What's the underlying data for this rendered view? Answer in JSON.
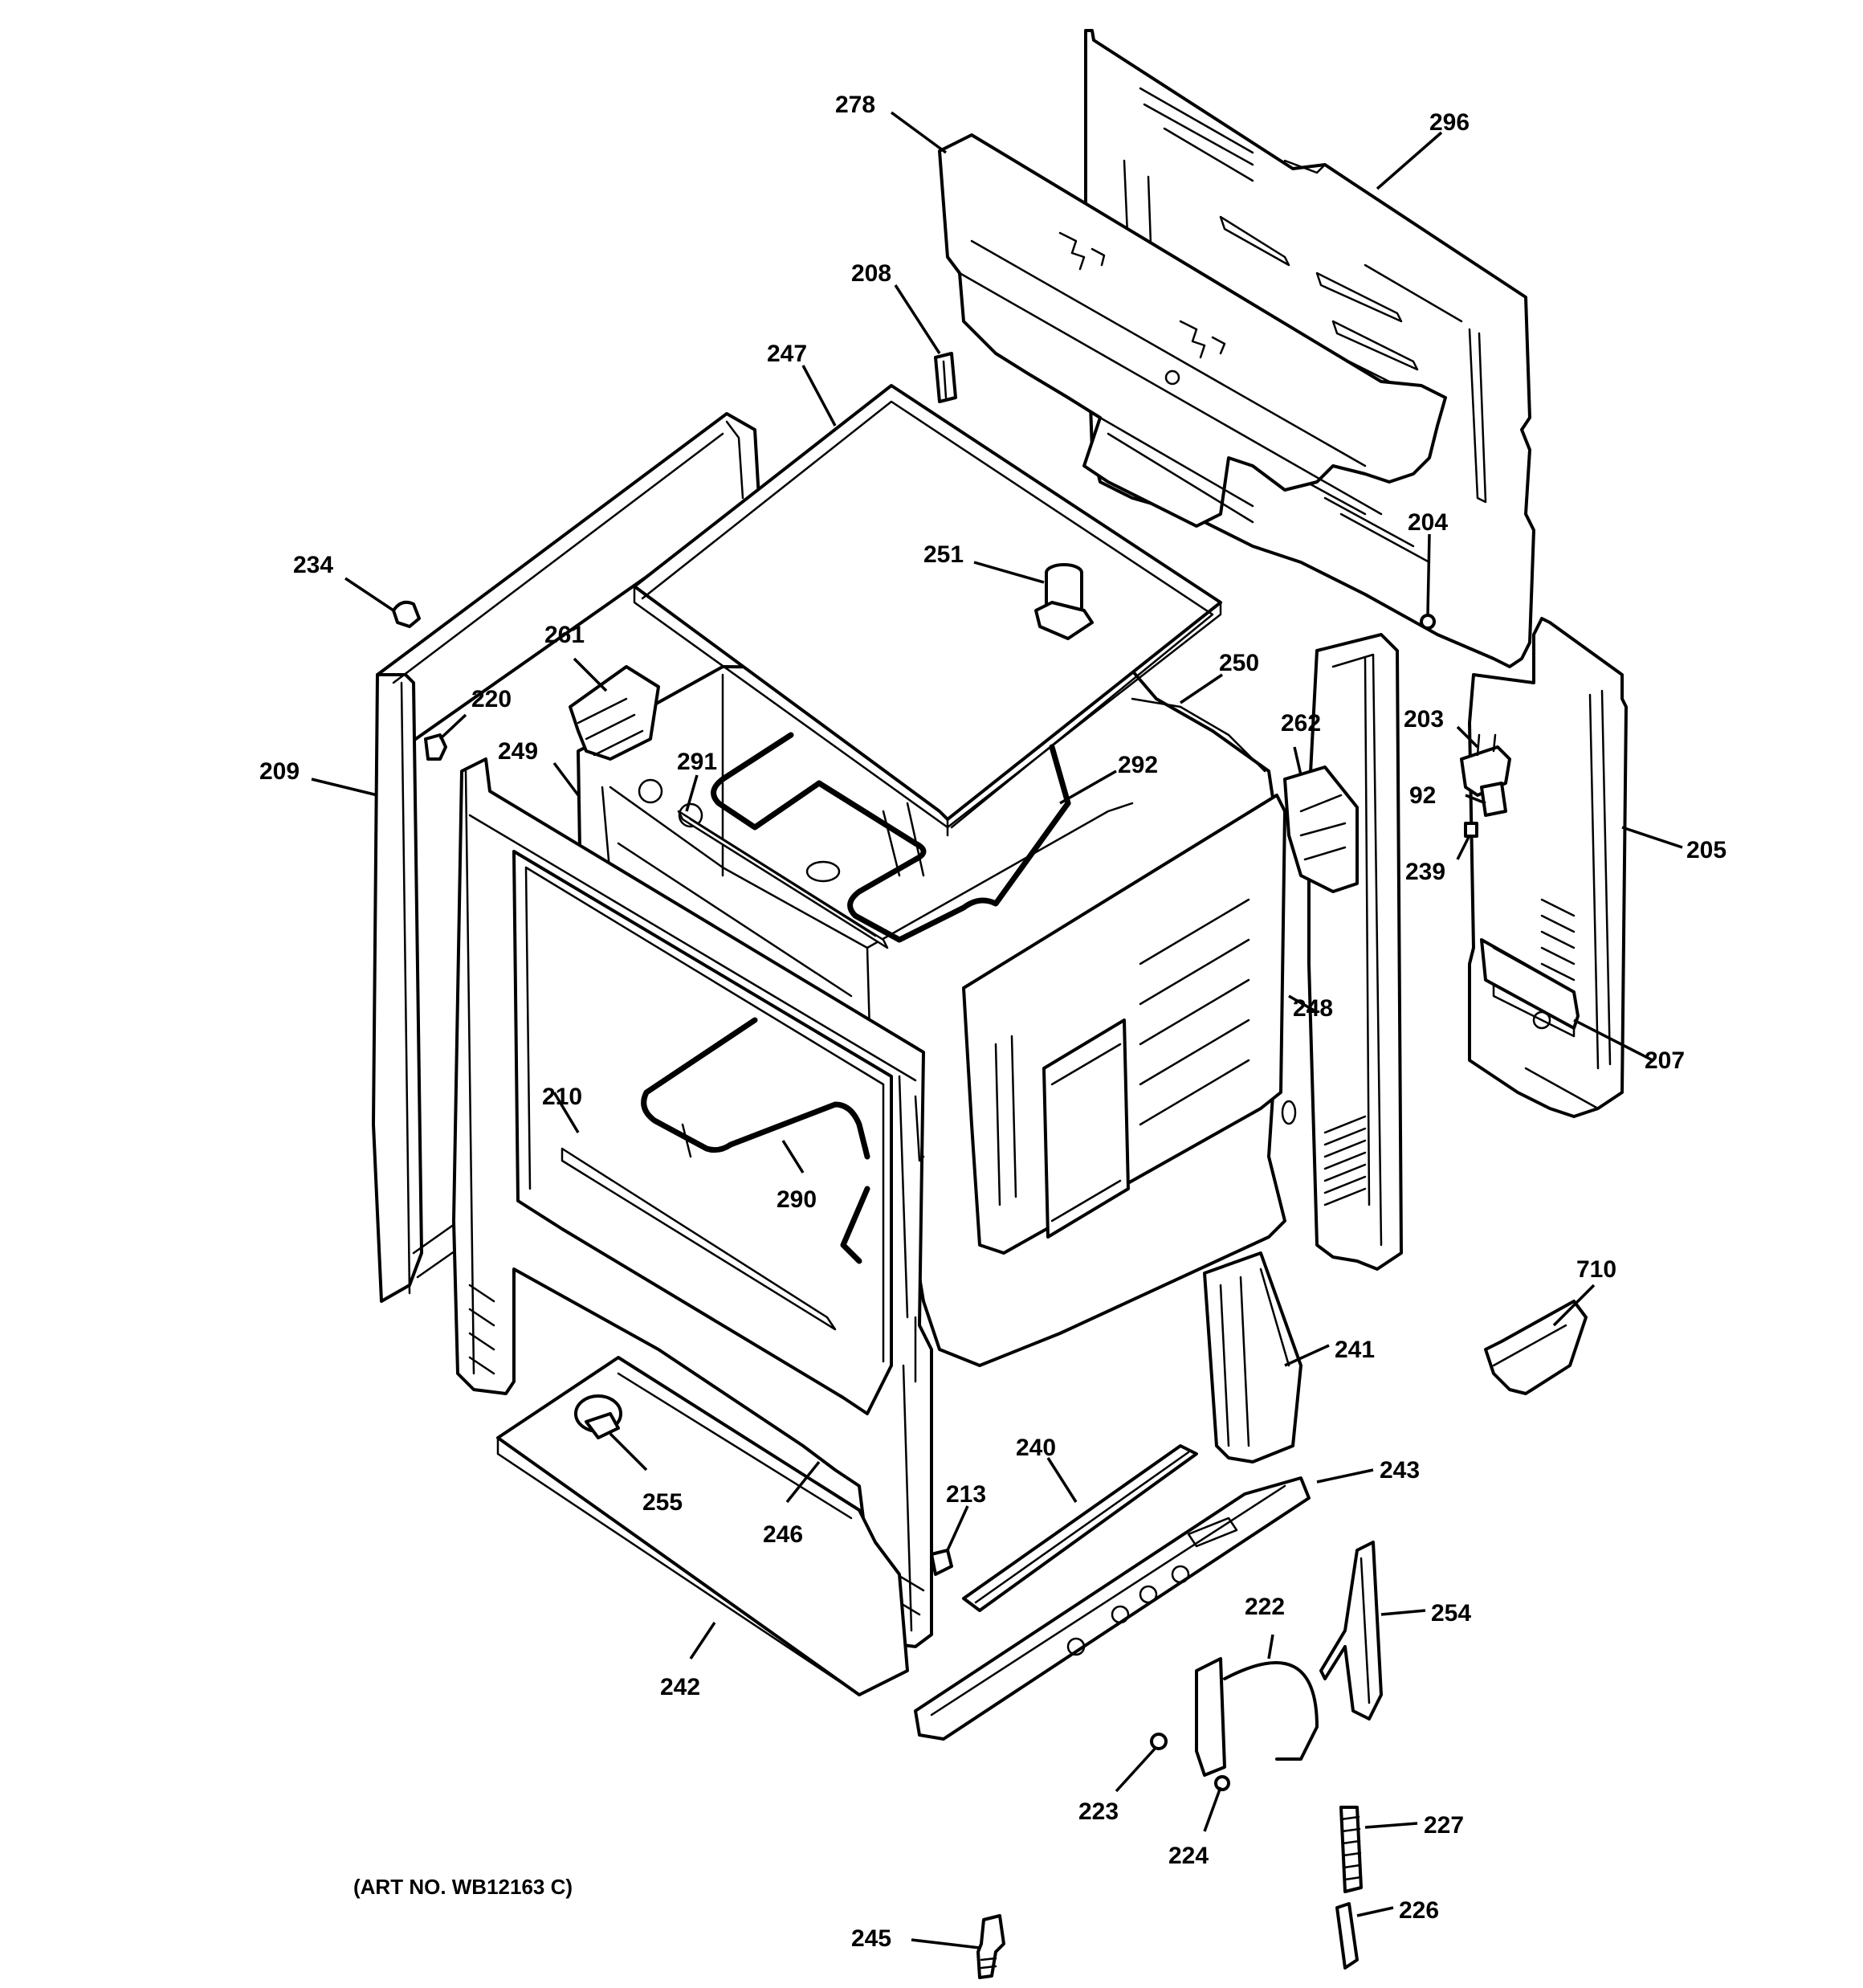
{
  "diagram": {
    "art_number": "(ART NO. WB12163 C)",
    "callouts": [
      {
        "id": "278",
        "label": "278"
      },
      {
        "id": "296",
        "label": "296"
      },
      {
        "id": "208",
        "label": "208"
      },
      {
        "id": "247",
        "label": "247"
      },
      {
        "id": "251",
        "label": "251"
      },
      {
        "id": "204",
        "label": "204"
      },
      {
        "id": "234",
        "label": "234"
      },
      {
        "id": "261",
        "label": "261"
      },
      {
        "id": "220",
        "label": "220"
      },
      {
        "id": "209",
        "label": "209"
      },
      {
        "id": "249",
        "label": "249"
      },
      {
        "id": "291",
        "label": "291"
      },
      {
        "id": "250",
        "label": "250"
      },
      {
        "id": "292",
        "label": "292"
      },
      {
        "id": "262",
        "label": "262"
      },
      {
        "id": "203",
        "label": "203"
      },
      {
        "id": "92",
        "label": "92"
      },
      {
        "id": "239",
        "label": "239"
      },
      {
        "id": "205",
        "label": "205"
      },
      {
        "id": "248",
        "label": "248"
      },
      {
        "id": "207",
        "label": "207"
      },
      {
        "id": "210",
        "label": "210"
      },
      {
        "id": "290",
        "label": "290"
      },
      {
        "id": "710",
        "label": "710"
      },
      {
        "id": "241",
        "label": "241"
      },
      {
        "id": "240",
        "label": "240"
      },
      {
        "id": "243",
        "label": "243"
      },
      {
        "id": "213",
        "label": "213"
      },
      {
        "id": "255",
        "label": "255"
      },
      {
        "id": "246",
        "label": "246"
      },
      {
        "id": "222",
        "label": "222"
      },
      {
        "id": "254",
        "label": "254"
      },
      {
        "id": "242",
        "label": "242"
      },
      {
        "id": "223",
        "label": "223"
      },
      {
        "id": "227",
        "label": "227"
      },
      {
        "id": "224",
        "label": "224"
      },
      {
        "id": "245",
        "label": "245"
      },
      {
        "id": "226",
        "label": "226"
      }
    ]
  }
}
